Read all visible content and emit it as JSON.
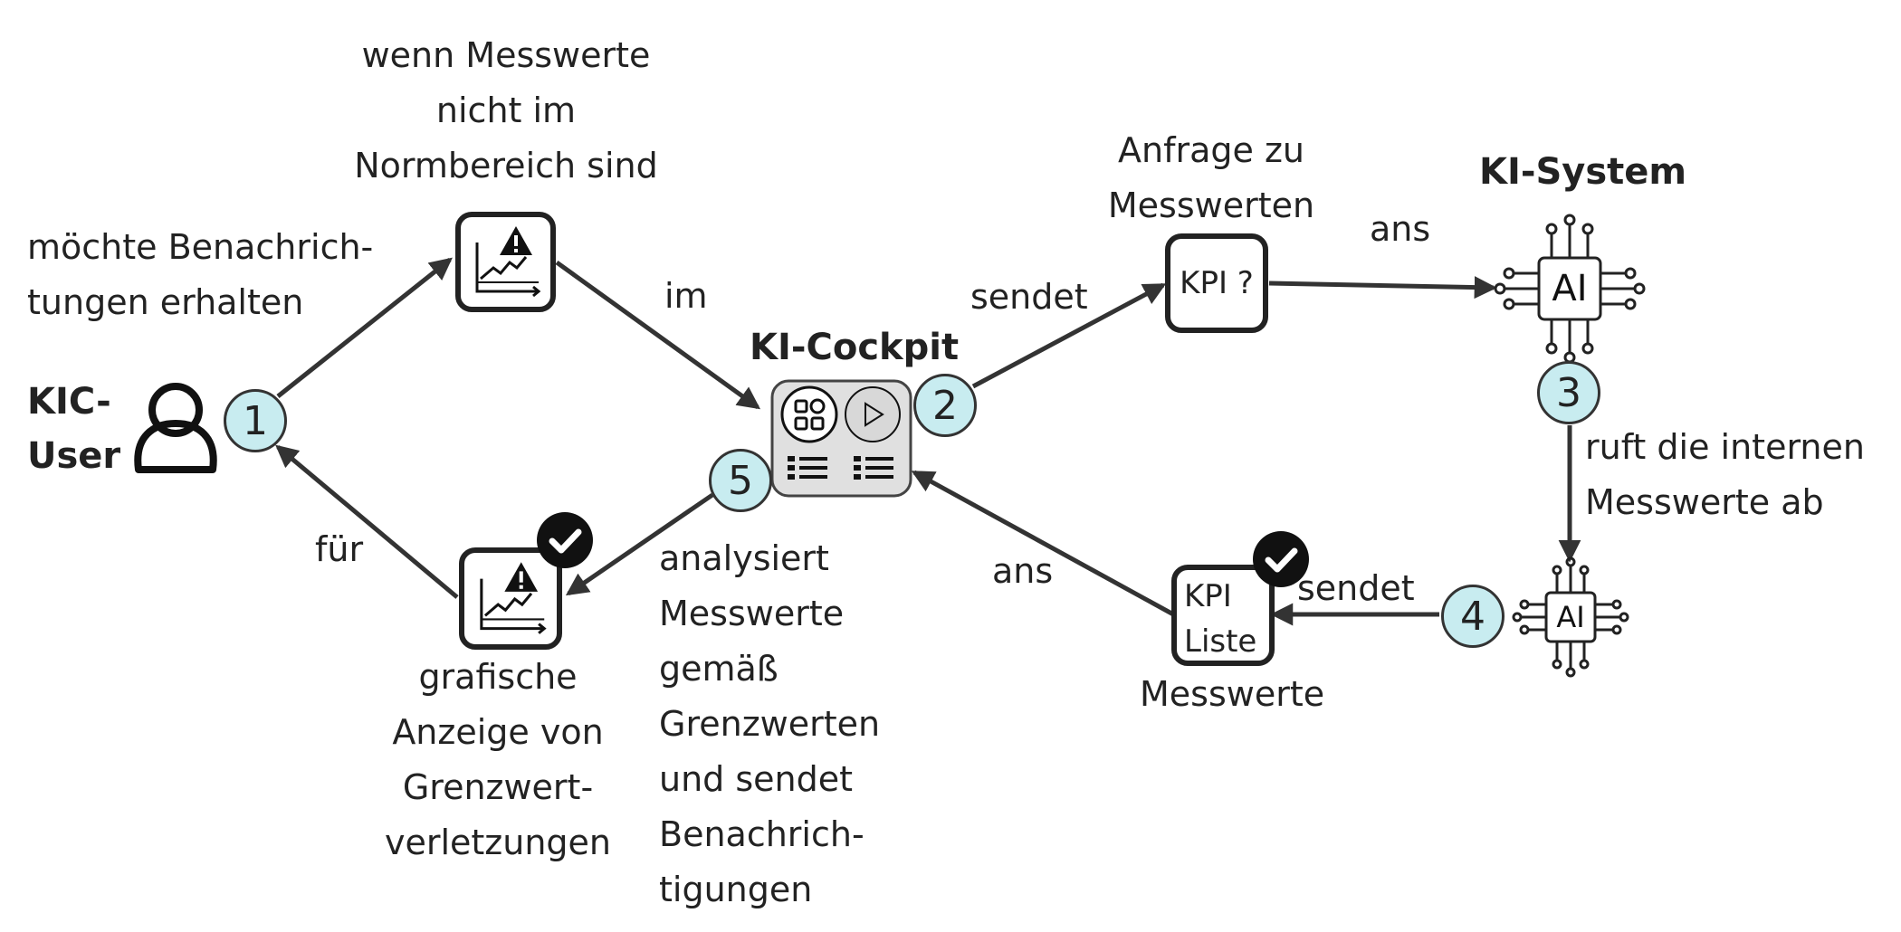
{
  "diagram": {
    "actors": {
      "user": "KIC-\nUser",
      "cockpit": "KI-Cockpit",
      "system": "KI-System"
    },
    "steps": [
      "1",
      "2",
      "3",
      "4",
      "5"
    ],
    "labels": {
      "wants_notifications": "möchte Benachrich-\ntungen erhalten",
      "if_out_of_range": "wenn Messwerte\nnicht im\nNormbereich sind",
      "in": "im",
      "sends_1": "sendet",
      "request_measurements": "Anfrage zu\nMesswerten",
      "to_1": "ans",
      "retrieves_internal": "ruft die internen\nMesswerte ab",
      "sends_2": "sendet",
      "measurements": "Messwerte",
      "to_2": "ans",
      "analyses": "analysiert\nMesswerte\ngemäß\nGrenzwerten\nund sendet\nBenachrich-\ntigungen",
      "for": "für",
      "graphic_display": "grafische\nAnzeige von\nGrenzwert-\nverletzungen"
    },
    "nodes": {
      "kpi_query": "KPI ?",
      "kpi_list": "KPI\nListe",
      "ai_main": "AI",
      "ai_secondary": "AI"
    },
    "icons": {
      "user": "person-icon",
      "alert_chart": "warning-chart-icon",
      "alert_chart_done": "warning-chart-icon",
      "check": "checkmark-icon",
      "cockpit": "dashboard-icon",
      "ai_chip": "ai-chip-icon"
    },
    "colors": {
      "badge_fill": "#c8ecf0",
      "stroke": "#333333",
      "cockpit_fill": "#e0e0e0",
      "check_fill": "#111111"
    }
  }
}
